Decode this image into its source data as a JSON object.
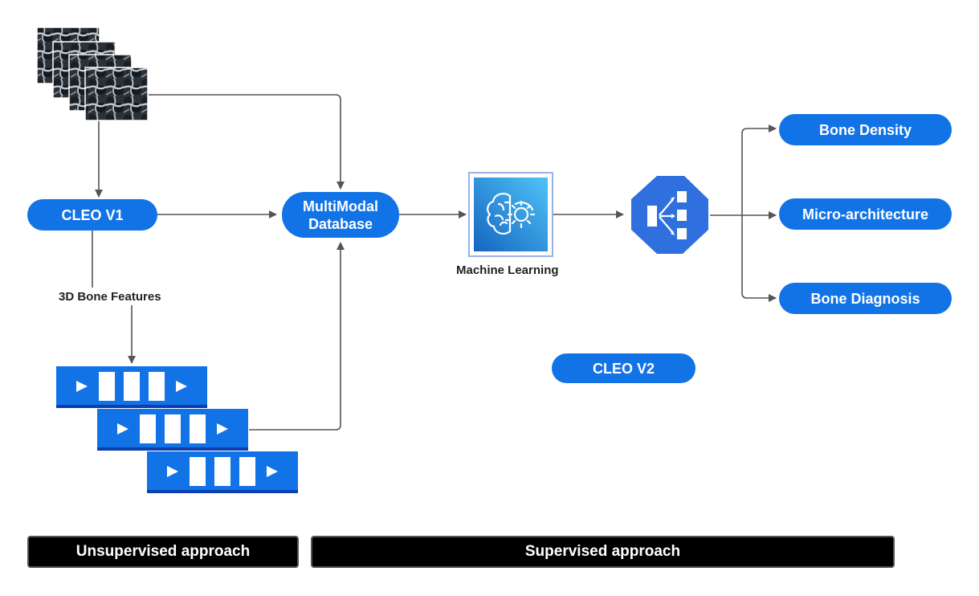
{
  "nodes": {
    "cleo_v1": "CLEO V1",
    "multimodal_line1": "MultiModal",
    "multimodal_line2": "Database",
    "machine_learning": "Machine Learning",
    "bone_density": "Bone Density",
    "micro_architecture": "Micro-architecture",
    "bone_diagnosis": "Bone Diagnosis",
    "cleo_v2": "CLEO V2"
  },
  "edge_labels": {
    "bone_features": "3D Bone Features"
  },
  "footer": {
    "unsupervised": "Unsupervised approach",
    "supervised": "Supervised approach"
  },
  "colors": {
    "node_blue": "#1273e6",
    "arrow_gray": "#555555",
    "footer_black": "#000000",
    "ml_icon_light": "#4fc3f7",
    "ml_icon_dark": "#1565c0",
    "classifier_blue": "#2f6fde"
  }
}
